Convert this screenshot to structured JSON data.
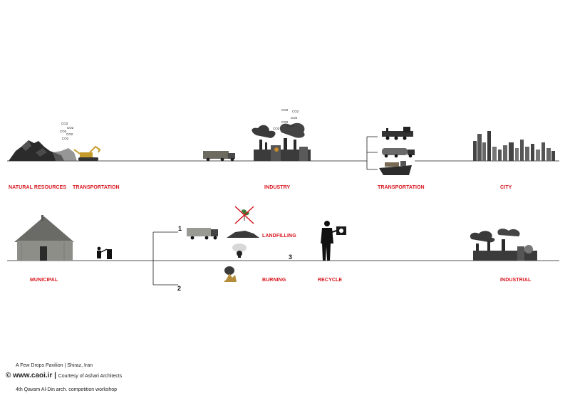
{
  "row1": {
    "labels": {
      "natural_resources": "NATURAL RESOURCES",
      "transportation_1": "TRANSPORTATION",
      "industry": "INDUSTRY",
      "transportation_2": "TRANSPORTATION",
      "city": "CITY"
    },
    "co2_marks": [
      "CO2",
      "CO2",
      "CO2",
      "CO2",
      "CO2",
      "CO2",
      "CO2",
      "CO2",
      "CO2",
      "CO2",
      "CO2"
    ]
  },
  "row2": {
    "labels": {
      "municipal": "MUNICIPAL",
      "landfilling": "LANDFILLING",
      "burning": "BURNING",
      "recycle": "RECYCLE",
      "industrial": "INDUSTRIAL"
    },
    "branch_numbers": [
      "1",
      "2",
      "3"
    ]
  },
  "credits": {
    "project": "A Few Drops Pavilion  |  Shiraz, Iran",
    "copyright_symbol": "©",
    "site": "www.caoi.ir",
    "separator": "|",
    "courtesy": "Courtesy of Ashari Architects",
    "workshop": "4th Qavam Al-Din arch. competition workshop"
  },
  "colors": {
    "accent": "#d8141c",
    "line": "#1a1a1a"
  }
}
